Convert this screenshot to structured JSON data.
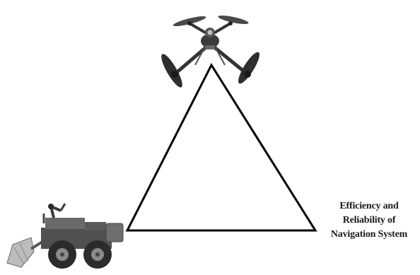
{
  "figure": {
    "caption_lines": [
      "Efficiency and",
      "Reliability of",
      "Navigation System"
    ],
    "icons": {
      "top": "quadcopter-drone-icon",
      "bottom_left": "ground-robot-loader-icon"
    },
    "colors": {
      "line": "#000000",
      "drone_body": "#3a3a3a",
      "vehicle_body": "#4a4a4a",
      "text": "#1a1a1a"
    }
  }
}
